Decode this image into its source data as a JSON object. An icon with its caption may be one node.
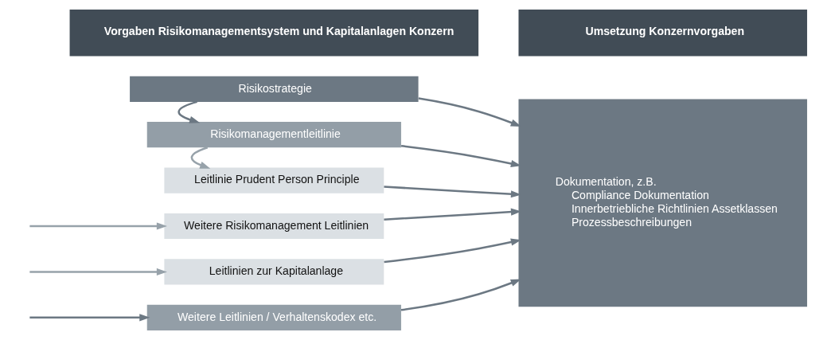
{
  "diagram": {
    "nodes": [
      {
        "text": [
          "Vorgaben Risikomanagementsystem und Kapitalanlagen Konzern"
        ]
      },
      {
        "text": [
          "Umsetzung Konzernvorgaben"
        ]
      },
      {
        "text": [
          "Risikostrategie"
        ]
      },
      {
        "text": [
          "Risikomanagementleitlinie"
        ]
      },
      {
        "text": [
          "Leitlinie Prudent Person Principle"
        ]
      },
      {
        "text": [
          "Weitere Risikomanagement Leitlinien"
        ]
      },
      {
        "text": [
          "Leitlinien zur Kapitalanlage"
        ]
      },
      {
        "text": [
          "Weitere Leitlinien / Verhaltenskodex etc."
        ]
      },
      {
        "text": [
          "Dokumentation, z.B.",
          "Compliance Dokumentation",
          "Innerbetriebliche Richtlinien Assetklassen",
          "Prozessbeschreibungen"
        ]
      }
    ],
    "edges": [
      {
        "from": 2,
        "to": 3,
        "arrow": "to"
      },
      {
        "from": null,
        "to": 7,
        "arrow": "to"
      },
      {
        "from": 3,
        "to": 4,
        "arrow": "to",
        "color": "#97a2aa"
      },
      {
        "from": null,
        "to": 5,
        "arrow": "to",
        "color": "#97a2aa"
      },
      {
        "from": null,
        "to": 6,
        "arrow": "to",
        "color": "#97a2aa"
      },
      {
        "from": 2,
        "to": 8,
        "arrow": "to"
      },
      {
        "from": 3,
        "to": 8,
        "arrow": "to"
      },
      {
        "from": 4,
        "to": 8,
        "arrow": "to"
      },
      {
        "from": 5,
        "to": 8,
        "arrow": "to"
      },
      {
        "from": 6,
        "to": 8,
        "arrow": "to"
      },
      {
        "from": 7,
        "to": 8,
        "arrow": "to"
      }
    ]
  }
}
